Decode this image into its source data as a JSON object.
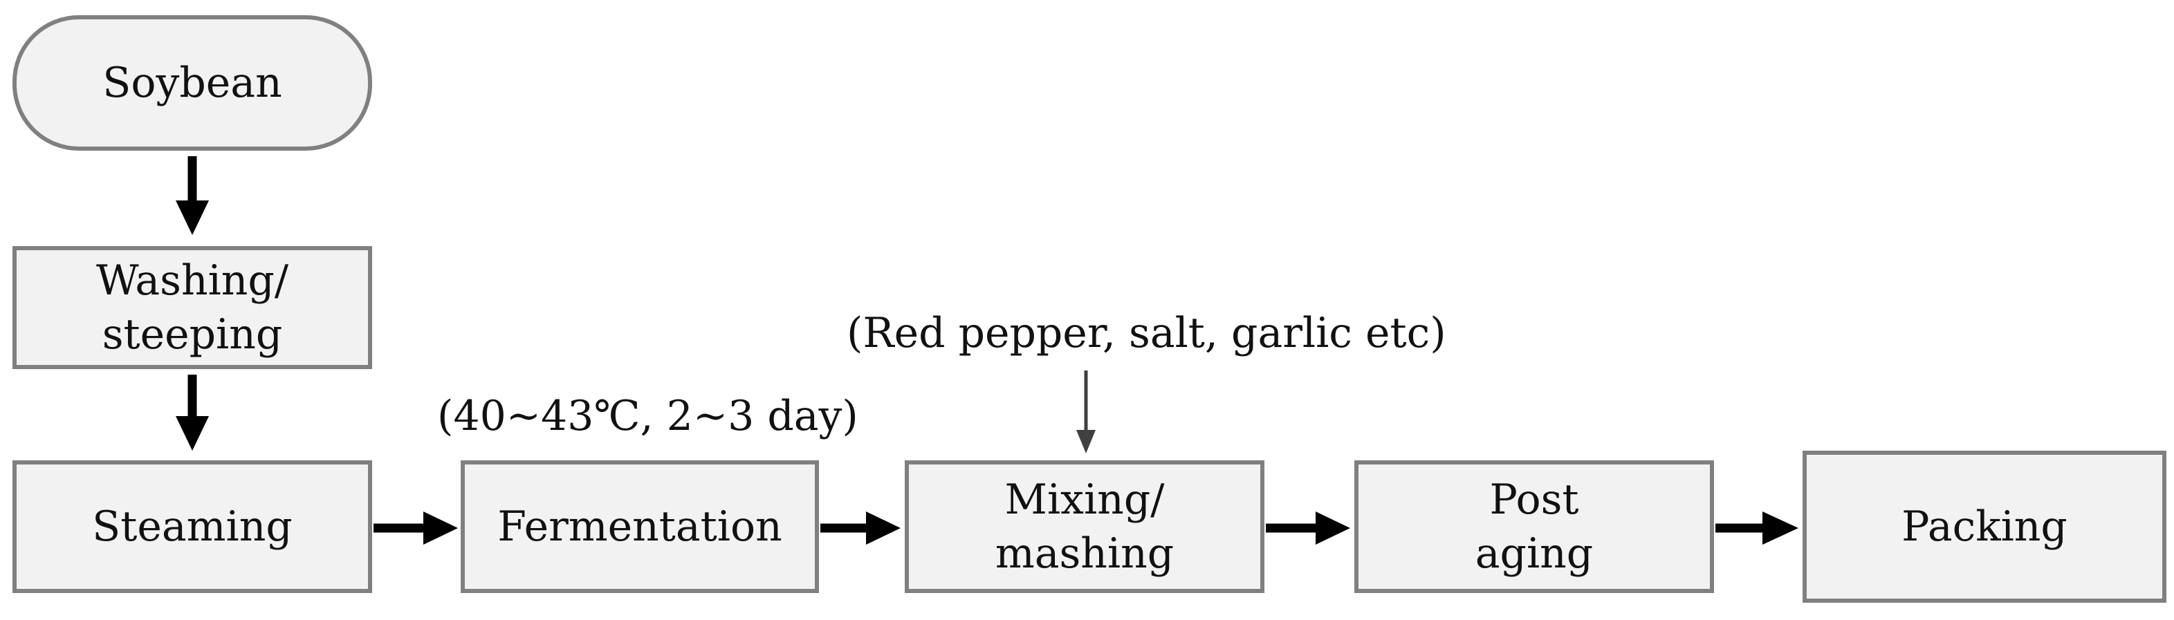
{
  "diagram": {
    "start": {
      "label": "Soybean"
    },
    "steps": [
      {
        "id": "washing",
        "label": "Washing/\nsteeping"
      },
      {
        "id": "steaming",
        "label": "Steaming"
      },
      {
        "id": "fermentation",
        "label": "Fermentation"
      },
      {
        "id": "mixing",
        "label": "Mixing/\nmashing"
      },
      {
        "id": "post-aging",
        "label": "Post\naging"
      },
      {
        "id": "packing",
        "label": "Packing"
      }
    ],
    "notes": {
      "fermentation_conditions": "(40~43℃, 2~3 day)",
      "additives": "(Red pepper, salt, garlic etc)"
    },
    "colors": {
      "box_fill": "#f2f2f2",
      "box_border": "#808080",
      "arrow": "#000000",
      "additive_arrow": "#404040",
      "text": "#111111"
    }
  }
}
